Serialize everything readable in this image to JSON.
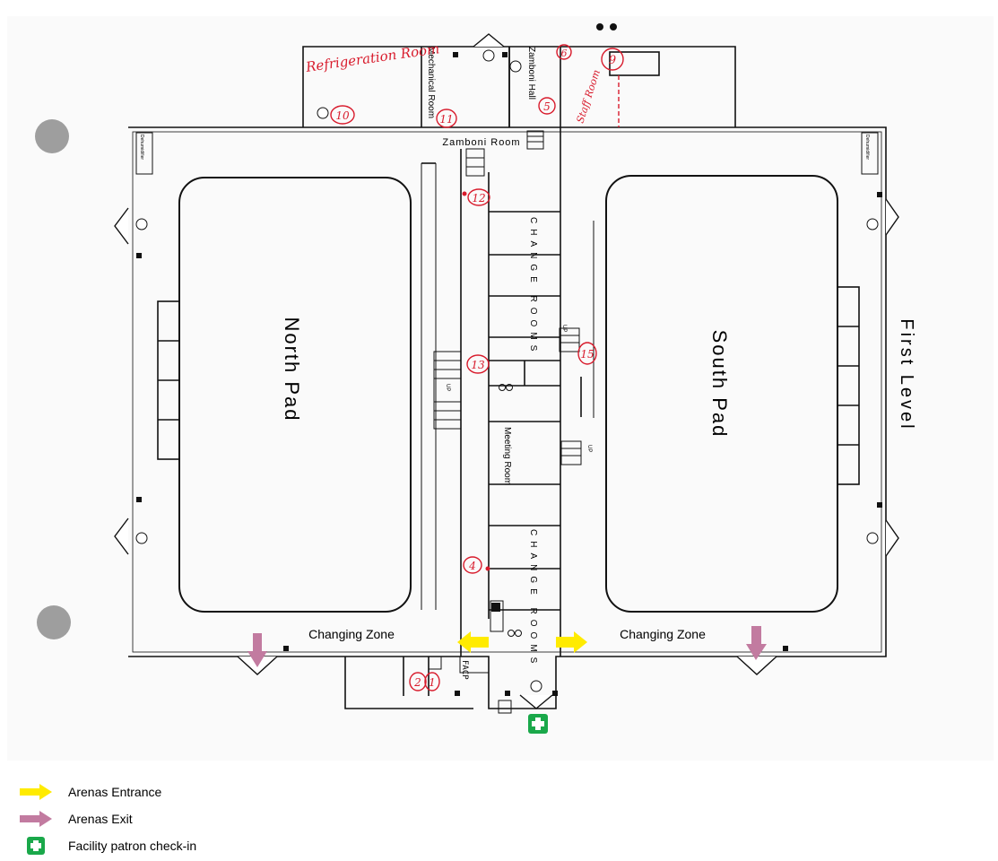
{
  "plan": {
    "level": "First Level",
    "north_pad": "North Pad",
    "south_pad": "South Pad",
    "zamboni_room": "Zamboni Room",
    "mechanical_room": "Mechanical Room",
    "zamboni_hall": "Zamboni Hall",
    "change_rooms": "CHANGE ROOMS",
    "meeting_room": "Meeting Room",
    "first_aid": "FACP",
    "dehumidifier": "Dehumidifier",
    "up": "UP",
    "handwritten": {
      "refrigeration_room": "Refrigeration Room",
      "staff_room": "Staff Room"
    },
    "zones": {
      "left": "Changing Zone",
      "right": "Changing Zone"
    },
    "markers": [
      "1",
      "2",
      "4",
      "5",
      "6",
      "9",
      "10",
      "11",
      "12",
      "13",
      "15"
    ]
  },
  "legend": [
    {
      "label": "Arenas Entrance",
      "icon": "yellow-arrow-icon",
      "color": "#ffeb00"
    },
    {
      "label": "Arenas Exit",
      "icon": "purple-arrow-icon",
      "color": "#c27ba0"
    },
    {
      "label": "Facility patron check-in",
      "icon": "green-checkin-icon",
      "color": "#1aa84a"
    }
  ]
}
